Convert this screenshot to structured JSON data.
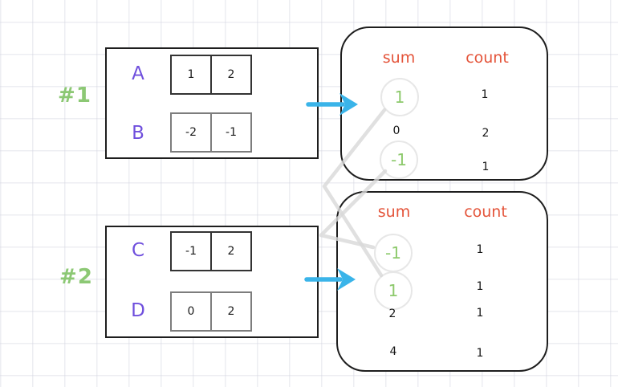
{
  "colors": {
    "accent_green": "#8cc874",
    "accent_purple": "#6f4fdd",
    "header_orange": "#e4543a",
    "arrow_cyan": "#3ab4e9",
    "connector_gray": "#d8d8d8",
    "ink": "#1e1e1e"
  },
  "example1": {
    "label": "#1",
    "arrays": [
      {
        "name": "A",
        "values": [
          "1",
          "2"
        ]
      },
      {
        "name": "B",
        "values": [
          "-2",
          "-1"
        ]
      }
    ],
    "result": {
      "sum_header": "sum",
      "count_header": "count",
      "rows": [
        {
          "sum": "1",
          "count": "1",
          "circled": true
        },
        {
          "sum": "0",
          "count": "2",
          "circled": false
        },
        {
          "sum": "-1",
          "count": "1",
          "circled": true
        }
      ]
    }
  },
  "example2": {
    "label": "#2",
    "arrays": [
      {
        "name": "C",
        "values": [
          "-1",
          "2"
        ]
      },
      {
        "name": "D",
        "values": [
          "0",
          "2"
        ]
      }
    ],
    "result": {
      "sum_header": "sum",
      "count_header": "count",
      "rows": [
        {
          "sum": "-1",
          "count": "1",
          "circled": true
        },
        {
          "sum": "1",
          "count": "1",
          "circled": true
        },
        {
          "sum": "2",
          "count": "1",
          "circled": false
        },
        {
          "sum": "4",
          "count": "1",
          "circled": false
        }
      ]
    }
  }
}
